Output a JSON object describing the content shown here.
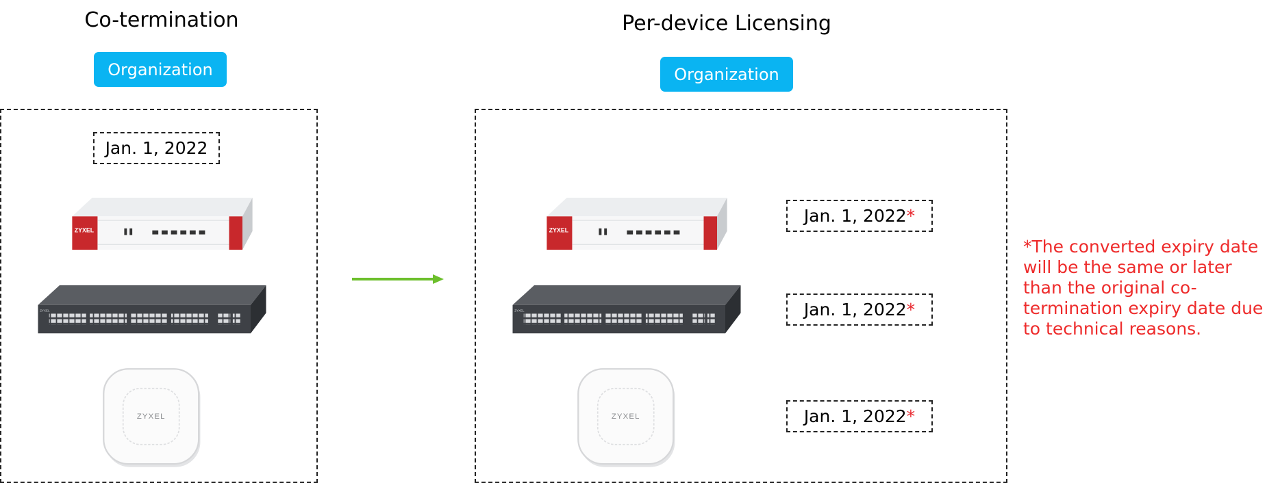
{
  "left": {
    "title": "Co-termination",
    "org_label": "Organization",
    "date": "Jan. 1, 2022"
  },
  "right": {
    "title": "Per-device Licensing",
    "org_label": "Organization",
    "dates": [
      "Jan. 1, 2022",
      "Jan. 1, 2022",
      "Jan. 1, 2022"
    ],
    "asterisk": "*"
  },
  "brand": "ZYXEL",
  "footnote": "*The converted expiry date will be the same or later than the original co-termination expiry date due to technical reasons.",
  "colors": {
    "organization_bg": "#0ab4f2",
    "arrow": "#6cbf2c",
    "footnote": "#ee2b2b",
    "firewall_red": "#c8282c",
    "switch_body": "#4a4d52"
  },
  "icons": [
    "firewall-device-icon",
    "network-switch-icon",
    "access-point-icon",
    "arrow-right-icon"
  ]
}
